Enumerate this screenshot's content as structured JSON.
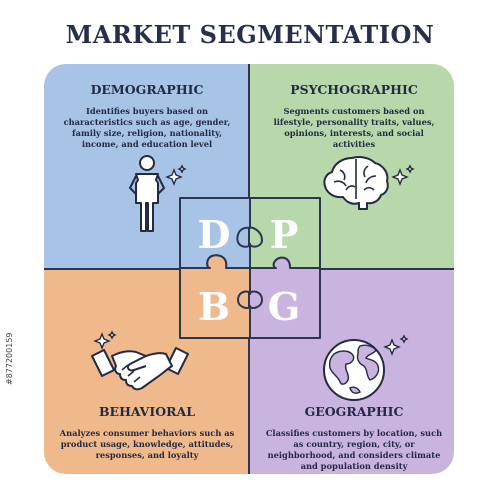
{
  "title": "MARKET SEGMENTATION",
  "quadrants": {
    "demographic": {
      "title": "DEMOGRAPHIC",
      "description": "Identifies buyers based on characteristics such as age, gender, family size, religion, nationality, income, and education level",
      "color": "#a7c3e6",
      "icon": "person-icon",
      "letter": "D"
    },
    "psychographic": {
      "title": "PSYCHOGRAPHIC",
      "description": "Segments customers based on lifestyle, personality traits, values, opinions, interests, and social activities",
      "color": "#b7d8ab",
      "icon": "brain-icon",
      "letter": "P"
    },
    "behavioral": {
      "title": "BEHAVIORAL",
      "description": "Analyzes consumer behaviors such as product usage, knowledge, attitudes, responses, and loyalty",
      "color": "#f0b98c",
      "icon": "handshake-icon",
      "letter": "B"
    },
    "geographic": {
      "title": "GEOGRAPHIC",
      "description": "Classifies customers by location, such as country, region, city, or neighborhood, and considers climate and population density",
      "color": "#c9b4e0",
      "icon": "globe-icon",
      "letter": "G"
    }
  },
  "watermark": "#877200159"
}
